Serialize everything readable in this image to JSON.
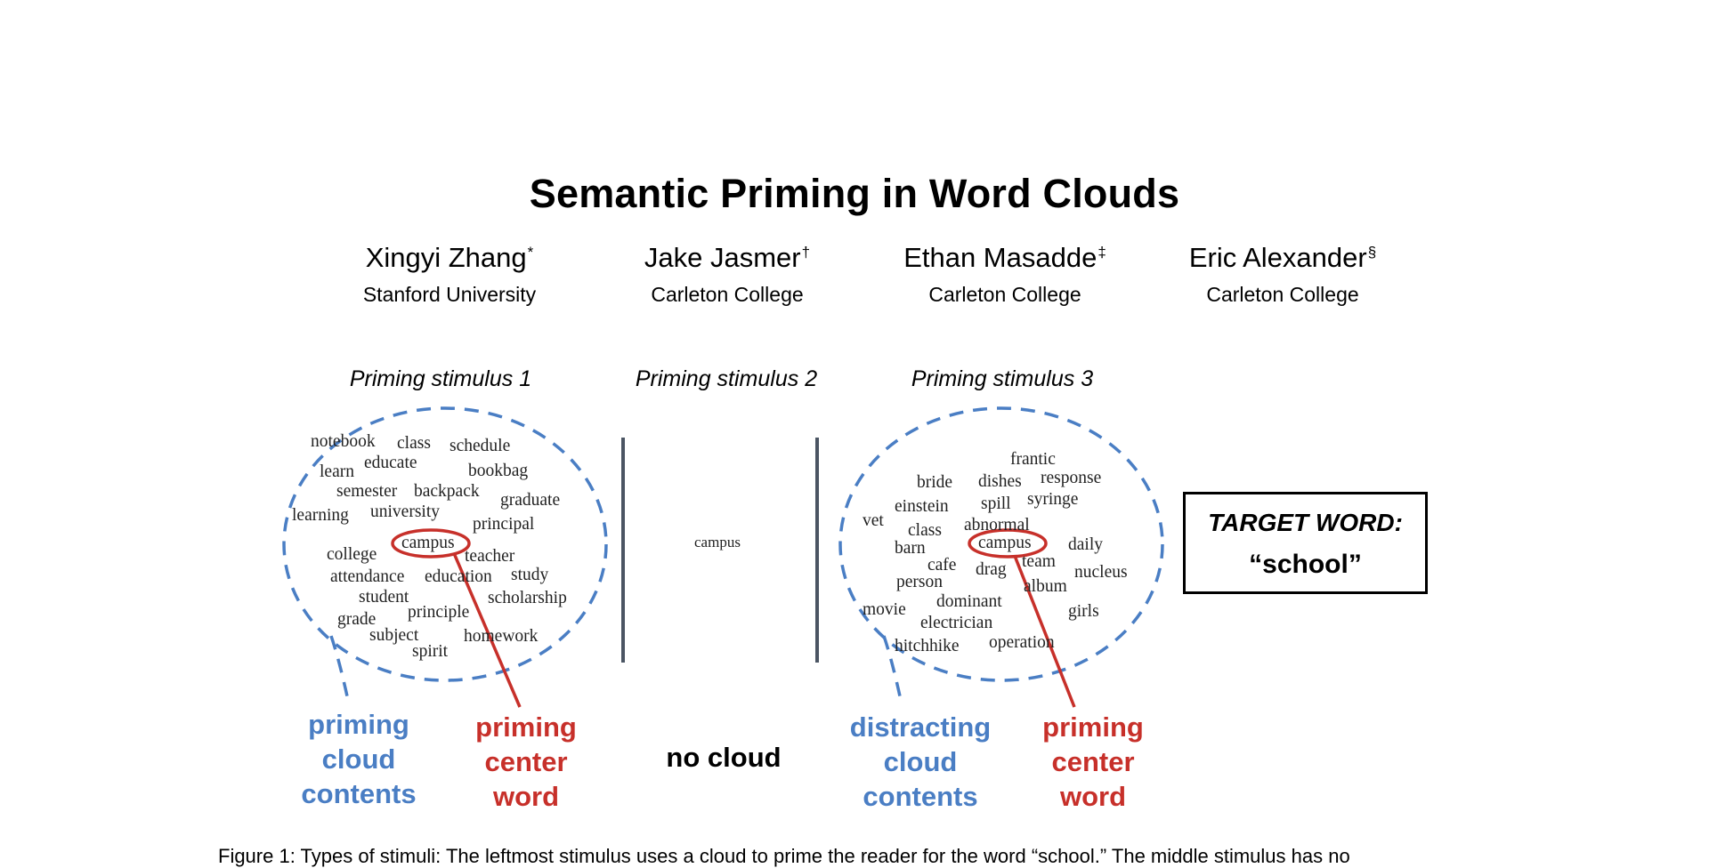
{
  "title": "Semantic Priming in Word Clouds",
  "authors": [
    {
      "name": "Xingyi Zhang",
      "mark": "*",
      "affiliation": "Stanford University"
    },
    {
      "name": "Jake Jasmer",
      "mark": "†",
      "affiliation": "Carleton College"
    },
    {
      "name": "Ethan Masadde",
      "mark": "‡",
      "affiliation": "Carleton College"
    },
    {
      "name": "Eric Alexander",
      "mark": "§",
      "affiliation": "Carleton College"
    }
  ],
  "stimuli": [
    {
      "label": "Priming stimulus 1"
    },
    {
      "label": "Priming stimulus 2"
    },
    {
      "label": "Priming stimulus 3"
    }
  ],
  "cloud1_words": [
    "notebook",
    "class",
    "schedule",
    "learn",
    "educate",
    "bookbag",
    "semester",
    "backpack",
    "graduate",
    "learning",
    "university",
    "principal",
    "campus",
    "college",
    "teacher",
    "attendance",
    "education",
    "study",
    "student",
    "scholarship",
    "grade",
    "principle",
    "subject",
    "homework",
    "spirit"
  ],
  "middle_word": "campus",
  "cloud3_words": [
    "frantic",
    "bride",
    "dishes",
    "response",
    "einstein",
    "spill",
    "syringe",
    "vet",
    "class",
    "abnormal",
    "barn",
    "campus",
    "daily",
    "cafe",
    "drag",
    "team",
    "nucleus",
    "person",
    "album",
    "movie",
    "dominant",
    "girls",
    "electrician",
    "hitchhike",
    "operation"
  ],
  "annotations": {
    "cloud1_contents": [
      "priming",
      "cloud",
      "contents"
    ],
    "cloud1_center": [
      "priming",
      "center",
      "word"
    ],
    "no_cloud": "no cloud",
    "cloud3_contents": [
      "distracting",
      "cloud",
      "contents"
    ],
    "cloud3_center": [
      "priming",
      "center",
      "word"
    ]
  },
  "target": {
    "heading": "TARGET WORD:",
    "word": "“school”"
  },
  "caption": "Figure 1: Types of stimuli: The leftmost stimulus uses a cloud to prime the reader for the word “school.” The middle stimulus has no",
  "colors": {
    "blue": "#4a7ec4",
    "red": "#c7302a",
    "divider": "#4b5563"
  }
}
